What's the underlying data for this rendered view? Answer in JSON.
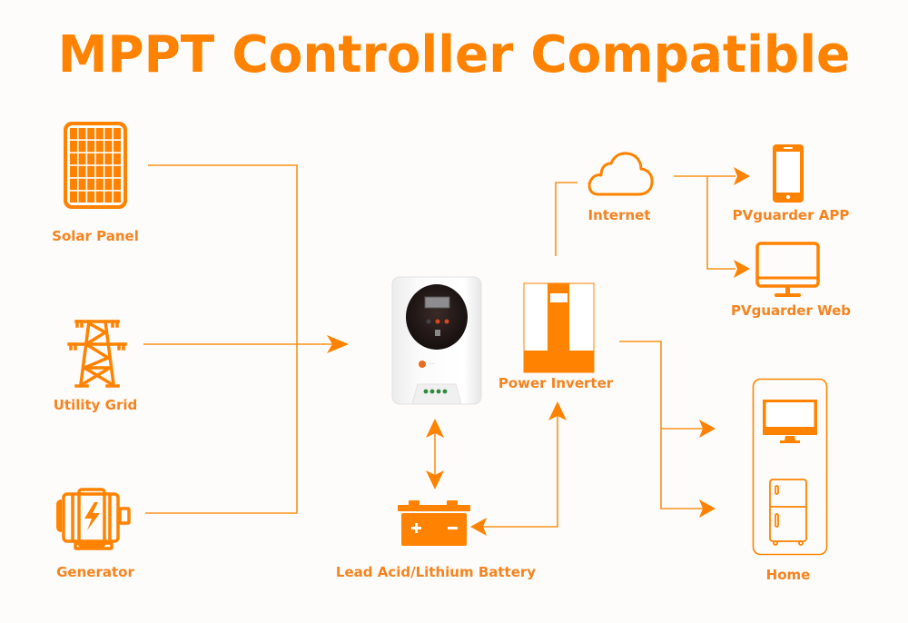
{
  "title": "MPPT Controller Compatible",
  "colors": {
    "accent": "#ff8200",
    "line": "#f7a040",
    "background": "#fefcfa"
  },
  "sources": [
    {
      "id": "solar",
      "label": "Solar Panel",
      "icon": "solar-panel-icon"
    },
    {
      "id": "grid",
      "label": "Utility Grid",
      "icon": "transmission-tower-icon"
    },
    {
      "id": "generator",
      "label": "Generator",
      "icon": "generator-icon"
    }
  ],
  "controller": {
    "label": "",
    "icon": "mppt-controller-device"
  },
  "inverter": {
    "label": "Power Inverter",
    "icon": "inverter-icon"
  },
  "battery": {
    "label": "Lead Acid/Lithium Battery",
    "icon": "battery-icon"
  },
  "internet": {
    "label": "Internet",
    "icon": "cloud-icon"
  },
  "monitoring": [
    {
      "label": "PVguarder  APP",
      "icon": "smartphone-icon"
    },
    {
      "label": "PVguarder  Web",
      "icon": "monitor-icon"
    }
  ],
  "home": {
    "label": "Home",
    "icon": "home-appliances-icon",
    "appliances": [
      "tv-icon",
      "refrigerator-icon"
    ]
  }
}
